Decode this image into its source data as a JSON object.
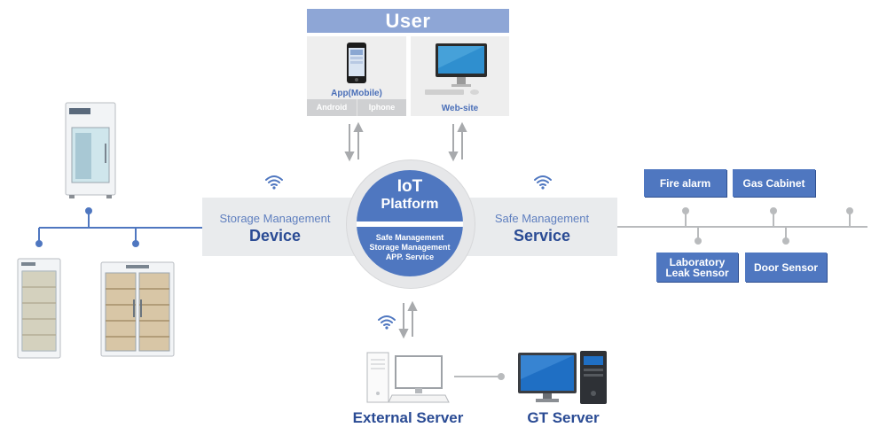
{
  "user": {
    "header": "User",
    "app_label": "App(Mobile)",
    "os": [
      "Android",
      "Iphone"
    ],
    "web_label": "Web-site"
  },
  "device": {
    "subtitle": "Storage Management",
    "title": "Device"
  },
  "service": {
    "subtitle": "Safe Management",
    "title": "Service"
  },
  "platform": {
    "title_line1": "IoT",
    "title_line2": "Platform",
    "services": [
      "Safe Management",
      "Storage Management",
      "APP. Service"
    ]
  },
  "sensors": {
    "fire_alarm": "Fire alarm",
    "gas_cabinet": "Gas Cabinet",
    "leak_sensor_line1": "Laboratory",
    "leak_sensor_line2": "Leak Sensor",
    "door_sensor": "Door Sensor"
  },
  "servers": {
    "external": "External Server",
    "gt": "GT Server"
  },
  "colors": {
    "accent_blue": "#4f77c0",
    "header_blue": "#8ea6d6",
    "dark_blue_text": "#2a4b94",
    "panel_gray": "#e9ebed",
    "line_gray": "#b9bbbd"
  },
  "icons": [
    "smartphone-icon",
    "desktop-monitor-icon",
    "wifi-icon",
    "storage-cabinet-icon",
    "tower-server-icon",
    "workstation-icon"
  ]
}
